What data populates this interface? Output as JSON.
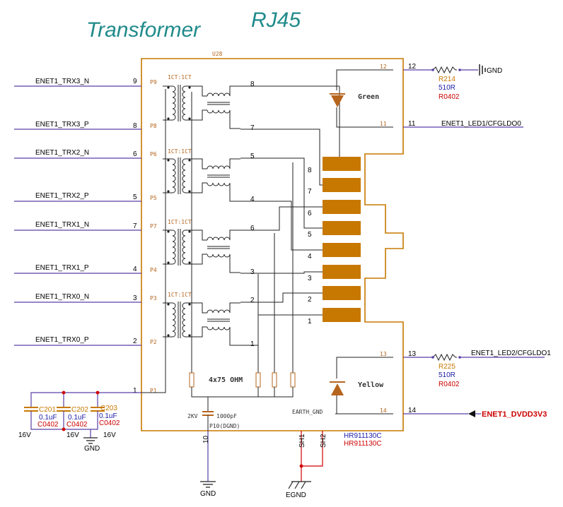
{
  "titles": {
    "transformer": "Transformer",
    "connector": "RJ45"
  },
  "part": {
    "ref": "U28",
    "pn_blue": "HR911130C",
    "pn_red": "HR911130C"
  },
  "left_nets": [
    {
      "name": "ENET1_TRX3_N",
      "pin": "9",
      "ipin": "P9"
    },
    {
      "name": "ENET1_TRX3_P",
      "pin": "8",
      "ipin": "P8"
    },
    {
      "name": "ENET1_TRX2_N",
      "pin": "6",
      "ipin": "P6"
    },
    {
      "name": "ENET1_TRX2_P",
      "pin": "5",
      "ipin": "P5"
    },
    {
      "name": "ENET1_TRX1_N",
      "pin": "7",
      "ipin": "P7"
    },
    {
      "name": "ENET1_TRX1_P",
      "pin": "4",
      "ipin": "P4"
    },
    {
      "name": "ENET1_TRX0_N",
      "pin": "3",
      "ipin": "P3"
    },
    {
      "name": "ENET1_TRX0_P",
      "pin": "2",
      "ipin": "P2"
    },
    {
      "name": "",
      "pin": "1",
      "ipin": "P1"
    }
  ],
  "transformers": [
    "1CT:1CT",
    "1CT:1CT",
    "1CT:1CT",
    "1CT:1CT"
  ],
  "secondary_pins": [
    "8",
    "7",
    "5",
    "4",
    "6",
    "3",
    "2",
    "1"
  ],
  "jack_pins": [
    "8",
    "7",
    "6",
    "5",
    "4",
    "3",
    "2",
    "1"
  ],
  "leds": [
    {
      "name": "Green",
      "pin_a_in": "12",
      "pin_a_out": "12",
      "pin_k_in": "11",
      "pin_k_out": "11"
    },
    {
      "name": "Yellow",
      "pin_a_in": "13",
      "pin_a_out": "13",
      "pin_k_in": "14",
      "pin_k_out": "14"
    }
  ],
  "resistors": [
    {
      "ref": "R214",
      "value": "510R",
      "pkg": "R0402"
    },
    {
      "ref": "R225",
      "value": "510R",
      "pkg": "R0402"
    }
  ],
  "right_nets": {
    "gnd": "GND",
    "led1": "ENET1_LED1/CFGLDO0",
    "led2": "ENET1_LED2/CFGLDO1",
    "vcc": "ENET1_DVDD3V3"
  },
  "inner": {
    "resistors": "4x75 OHM",
    "cap_voltage": "2KV",
    "cap_value": "1000pF",
    "dgnd_pin": "P10(DGND)",
    "earth": "EARTH_GND"
  },
  "bottom_pins": {
    "p10": "10",
    "sh1": "SH1",
    "sh2": "SH2"
  },
  "caps": [
    {
      "ref": "C201",
      "value": "0.1uF",
      "pkg": "C0402",
      "voltage": "16V"
    },
    {
      "ref": "C202",
      "value": "0.1uF",
      "pkg": "C0402",
      "voltage": "16V"
    },
    {
      "ref": "C203",
      "value": "0.1uF",
      "pkg": "C0402",
      "voltage": "16V"
    }
  ],
  "grounds": {
    "cap_gnd": "GND",
    "bottom_gnd": "GND",
    "egnd": "EGND"
  },
  "colors": {
    "box": "#c77800",
    "net_wire": "#5a3fa6",
    "title": "#1f8a8a",
    "emphasis": "#cc0000"
  }
}
